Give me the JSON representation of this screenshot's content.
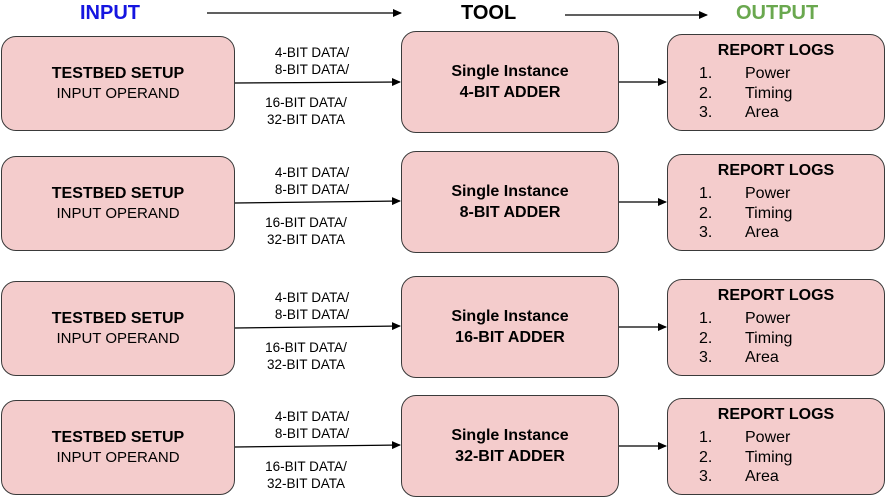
{
  "header": {
    "input_label": "INPUT",
    "tool_label": "TOOL",
    "output_label": "OUTPUT",
    "input_color": "#1515e0",
    "tool_color": "#000000",
    "output_color": "#6aa84f"
  },
  "colors": {
    "box_fill": "#f4cccc",
    "box_border": "#3a3a3a",
    "arrow": "#000000"
  },
  "rows": [
    {
      "input": {
        "title": "TESTBED SETUP",
        "subtitle": "INPUT OPERAND"
      },
      "data_top": {
        "line1": "4-BIT DATA/",
        "line2": "8-BIT DATA/"
      },
      "data_bottom": {
        "line1": "16-BIT DATA/",
        "line2": "32-BIT DATA"
      },
      "tool": {
        "line1": "Single Instance",
        "line2": "4-BIT ADDER"
      },
      "output": {
        "title": "REPORT LOGS",
        "items": [
          {
            "num": "1.",
            "text": "Power"
          },
          {
            "num": "2.",
            "text": "Timing"
          },
          {
            "num": "3.",
            "text": "Area"
          }
        ]
      }
    },
    {
      "input": {
        "title": "TESTBED SETUP",
        "subtitle": "INPUT OPERAND"
      },
      "data_top": {
        "line1": "4-BIT DATA/",
        "line2": "8-BIT DATA/"
      },
      "data_bottom": {
        "line1": "16-BIT DATA/",
        "line2": "32-BIT DATA"
      },
      "tool": {
        "line1": "Single Instance",
        "line2": "8-BIT ADDER"
      },
      "output": {
        "title": "REPORT LOGS",
        "items": [
          {
            "num": "1.",
            "text": "Power"
          },
          {
            "num": "2.",
            "text": "Timing"
          },
          {
            "num": "3.",
            "text": "Area"
          }
        ]
      }
    },
    {
      "input": {
        "title": "TESTBED SETUP",
        "subtitle": "INPUT OPERAND"
      },
      "data_top": {
        "line1": "4-BIT DATA/",
        "line2": "8-BIT DATA/"
      },
      "data_bottom": {
        "line1": "16-BIT DATA/",
        "line2": "32-BIT DATA"
      },
      "tool": {
        "line1": "Single Instance",
        "line2": "16-BIT ADDER"
      },
      "output": {
        "title": "REPORT LOGS",
        "items": [
          {
            "num": "1.",
            "text": "Power"
          },
          {
            "num": "2.",
            "text": "Timing"
          },
          {
            "num": "3.",
            "text": "Area"
          }
        ]
      }
    },
    {
      "input": {
        "title": "TESTBED SETUP",
        "subtitle": "INPUT OPERAND"
      },
      "data_top": {
        "line1": "4-BIT DATA/",
        "line2": "8-BIT DATA/"
      },
      "data_bottom": {
        "line1": "16-BIT DATA/",
        "line2": "32-BIT DATA"
      },
      "tool": {
        "line1": "Single Instance",
        "line2": "32-BIT ADDER"
      },
      "output": {
        "title": "REPORT LOGS",
        "items": [
          {
            "num": "1.",
            "text": "Power"
          },
          {
            "num": "2.",
            "text": "Timing"
          },
          {
            "num": "3.",
            "text": "Area"
          }
        ]
      }
    }
  ]
}
